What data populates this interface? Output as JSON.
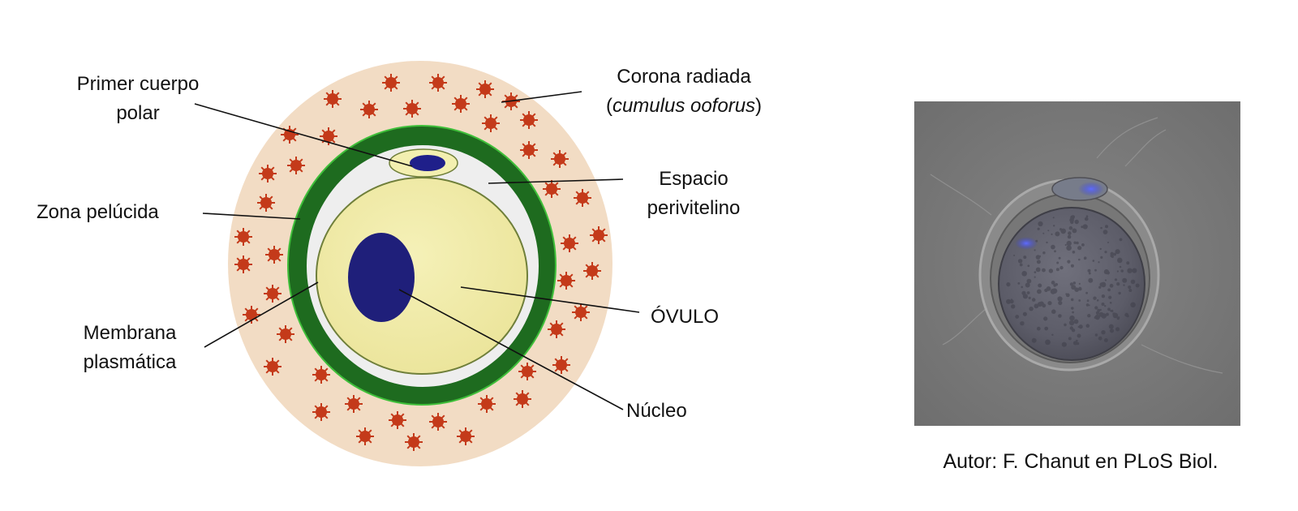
{
  "labels": {
    "primer_cuerpo_line1": "Primer cuerpo",
    "primer_cuerpo_line2": "polar",
    "corona_line1": "Corona radiada",
    "corona_paren_open": "(",
    "corona_italic": "cumulus ooforus",
    "corona_paren_close": ")",
    "espacio_line1": "Espacio",
    "espacio_line2": "perivitelino",
    "zona": "Zona pelúcida",
    "ovulo": "ÓVULO",
    "membrana_line1": "Membrana",
    "membrana_line2": "plasmática",
    "nucleo": "Núcleo"
  },
  "credit": "Autor: F. Chanut en PLoS Biol.",
  "colors": {
    "corona": "#f2dcc4",
    "zona": "#1e6b1f",
    "zona_edge": "#3fbf3a",
    "perivitelline": "#eeeeee",
    "ovum": "#f1eda9",
    "nucleus": "#1f1f7a",
    "follicle_cell": "#c43a1a",
    "photo_bg": "#7a7a7a"
  }
}
